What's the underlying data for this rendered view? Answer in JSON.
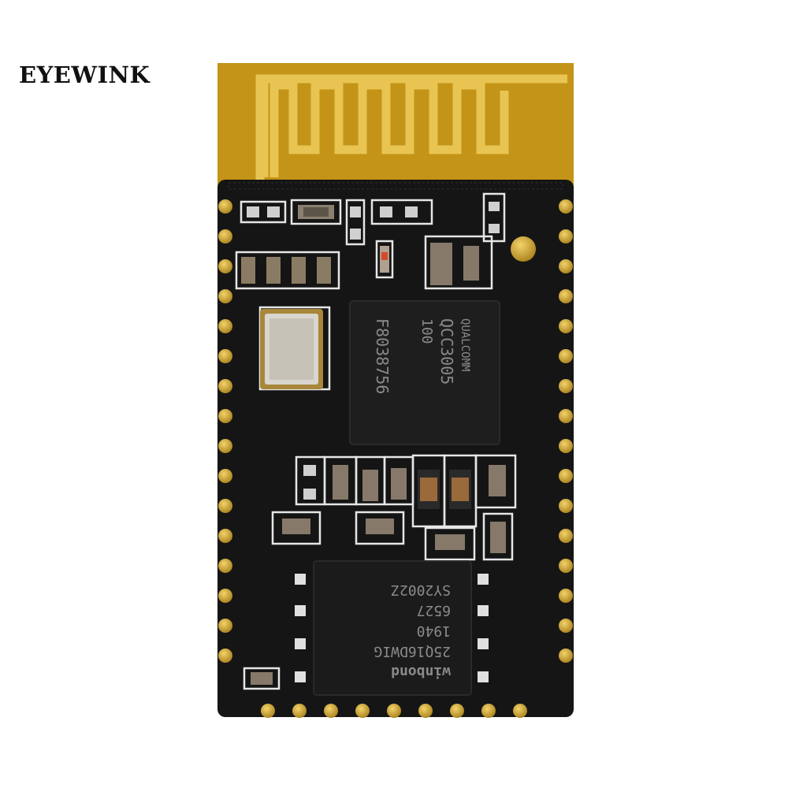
{
  "watermark": {
    "text": "EYEWINK"
  },
  "photo": {
    "subject_icon": "bluetooth-module-pcb-icon",
    "colors": {
      "pcb": "#141414",
      "antenna_substrate": "#c99a1a",
      "gold": "#d9b23a",
      "silkscreen": "#e8e8e8",
      "component_grey": "#7a7a7a"
    }
  },
  "chips": {
    "main": {
      "line1": "QUALCOMM",
      "line2": "QCC3005",
      "line3": "100",
      "line4": "F8038756"
    },
    "flash": {
      "line1": "winbond",
      "line2": "25Q16DWIG",
      "line3": "1940",
      "line4": "6527",
      "line5": "SY2002Z"
    }
  }
}
